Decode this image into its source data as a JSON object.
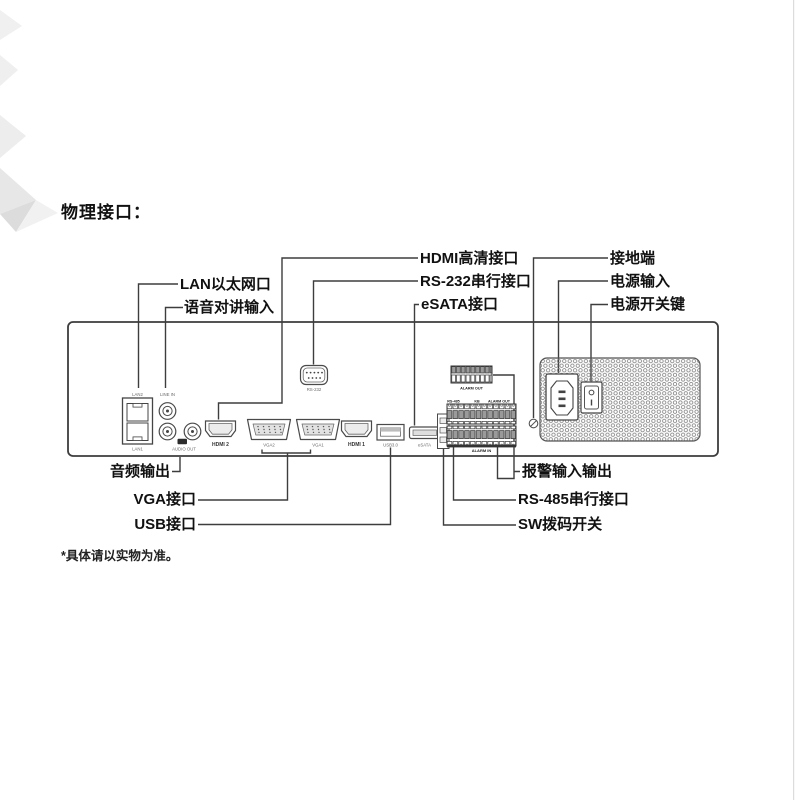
{
  "page": {
    "title": "物理接口：",
    "footnote": "*具体请以实物为准。"
  },
  "colors": {
    "line": "#3d3d3d",
    "text": "#111111",
    "port_label": "#6a6a6a"
  },
  "callouts": {
    "lan_label": "LAN以太网口",
    "audio_in_label": "语音对讲输入",
    "hdmi_label": "HDMI高清接口",
    "rs232_label": "RS-232串行接口",
    "esata_label": "eSATA接口",
    "ground_label": "接地端",
    "power_in_label": "电源输入",
    "power_switch_label": "电源开关键",
    "audio_out_label": "音频输出",
    "vga_label": "VGA接口",
    "usb_label": "USB接口",
    "alarm_label": "报警输入输出",
    "rs485_label": "RS-485串行接口",
    "dip_label": "SW拨码开关"
  },
  "panel": {
    "lan2": "LAN2",
    "line_in": "LINE IN",
    "lan1": "LAN1",
    "audio_out": "AUDIO OUT",
    "rs232": "RS-232",
    "hdmi2": "HDMI 2",
    "vga2": "VGA2",
    "vga1": "VGA1",
    "hdmi1": "HDMI 1",
    "usb3": "USB3.0",
    "esata": "eSATA",
    "alarm_out_top": "ALARM OUT",
    "rs485": "RS-485",
    "kb": "KB",
    "alarm_out": "ALARM OUT",
    "alarm_in": "ALARM IN"
  }
}
